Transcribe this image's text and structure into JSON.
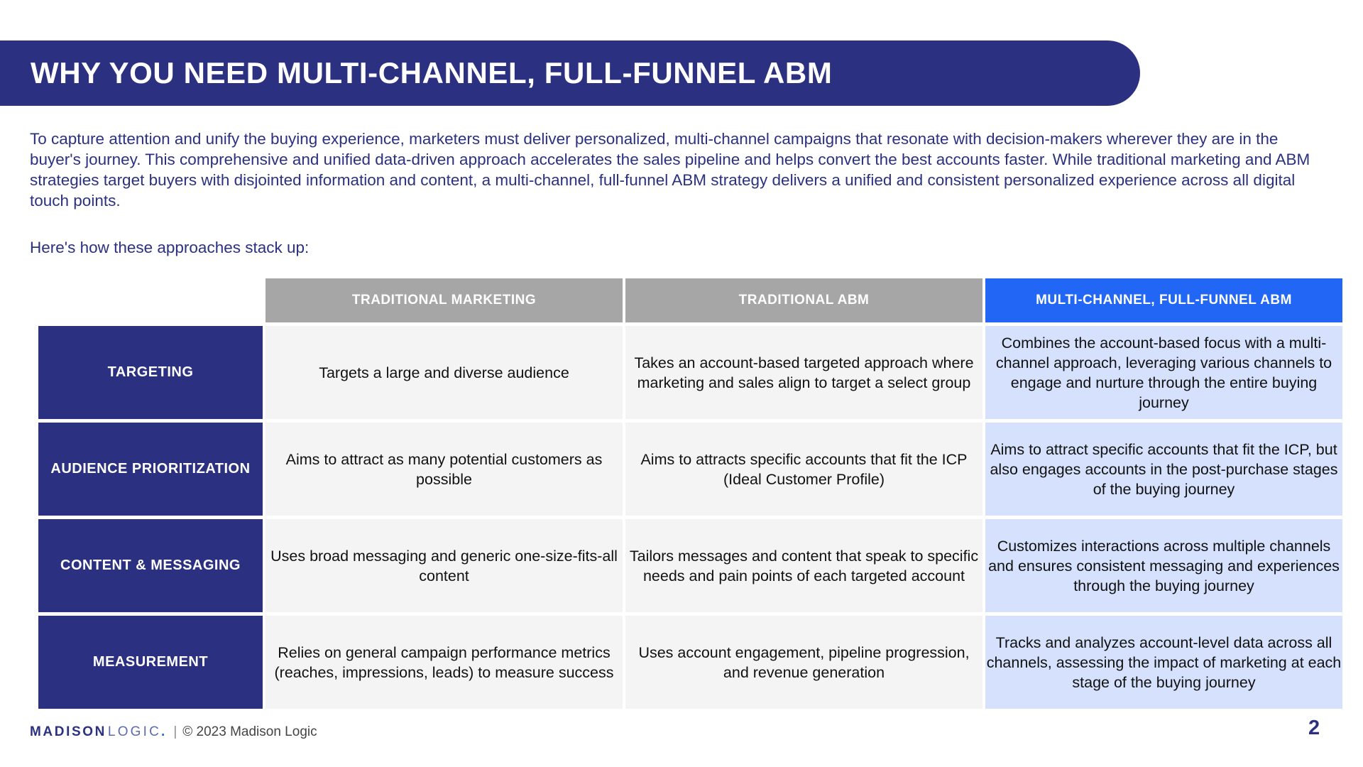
{
  "slide": {
    "title": "WHY YOU NEED MULTI-CHANNEL, FULL-FUNNEL ABM",
    "page_number": "2",
    "colors": {
      "navy": "#2B3180",
      "accent_blue": "#2266F5",
      "accent_blue_tint": "#D6E2FD",
      "header_gray": "#A6A6A6",
      "cell_gray": "#F4F4F4"
    }
  },
  "intro": {
    "paragraph": "To capture attention and unify the buying experience, marketers must deliver personalized, multi-channel campaigns that resonate with decision-makers wherever they are in the buyer's journey. This comprehensive and unified data-driven approach accelerates the sales pipeline and helps convert the best accounts faster. While traditional marketing and ABM strategies target buyers with disjointed information and content, a multi-channel, full-funnel ABM strategy delivers a unified and consistent personalized experience across all digital touch points.",
    "lead_in": "Here's how these approaches stack up:"
  },
  "table": {
    "corner_label": "",
    "column_headers": [
      "TRADITIONAL MARKETING",
      "TRADITIONAL ABM",
      "MULTI-CHANNEL, FULL-FUNNEL ABM"
    ],
    "rows": [
      {
        "label": "TARGETING",
        "traditional_marketing": "Targets a large and diverse audience",
        "traditional_abm": "Takes an account-based targeted approach where marketing and sales align to target a select group",
        "multi_channel_abm": "Combines the account-based focus with a multi-channel approach, leveraging various channels to engage and nurture through the entire buying journey"
      },
      {
        "label": "AUDIENCE PRIORITIZATION",
        "traditional_marketing": "Aims to attract as many potential customers as possible",
        "traditional_abm": "Aims to attracts specific accounts that fit the ICP (Ideal Customer Profile)",
        "multi_channel_abm": "Aims to attract specific accounts that fit the ICP, but also engages accounts in the post-purchase stages of the buying journey"
      },
      {
        "label": "CONTENT & MESSAGING",
        "traditional_marketing": "Uses broad messaging and generic one-size-fits-all content",
        "traditional_abm": "Tailors messages and content that speak to specific needs and pain points of each targeted account",
        "multi_channel_abm": "Customizes interactions across multiple channels and ensures consistent messaging and experiences through the buying journey"
      },
      {
        "label": "MEASUREMENT",
        "traditional_marketing": "Relies on general campaign performance metrics (reaches, impressions, leads) to measure success",
        "traditional_abm": "Uses account engagement, pipeline progression, and revenue generation",
        "multi_channel_abm": "Tracks and analyzes account-level data across all channels, assessing the impact of marketing at each stage of the buying journey"
      }
    ]
  },
  "footer": {
    "brand_primary": "MADISON",
    "brand_secondary": "LOGIC",
    "brand_dot": ".",
    "divider": "|",
    "copyright": "© 2023 Madison Logic"
  }
}
